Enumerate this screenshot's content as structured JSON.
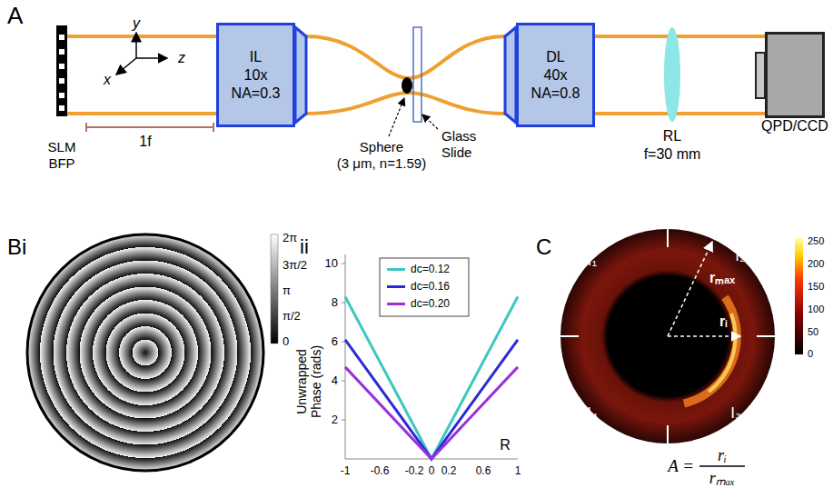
{
  "diagram": {
    "nodes": [
      {
        "text": [
          "IL",
          "10x",
          "NA=0.3"
        ]
      },
      {
        "text": [
          "DL",
          "40x",
          "NA=0.8"
        ]
      },
      {
        "text": [
          "QPD/CCD"
        ]
      }
    ],
    "labels": [
      "A",
      "SLM",
      "BFP",
      "1f",
      "y",
      "x",
      "z",
      "Sphere",
      "(3 μm, n=1.59)",
      "Glass",
      "Slide",
      "RL",
      "f=30 mm",
      "Bi",
      "2π",
      "3π/2",
      "π",
      "π/2",
      "0",
      "ii",
      "Unwrapped Phase (rads)",
      "10",
      "8",
      "6",
      "4",
      "2",
      "-1",
      "-0.6",
      "-0.2",
      "0",
      "0.2",
      "0.6",
      "1",
      "R",
      "C",
      "I₁",
      "I₂",
      "I₃",
      "I₄",
      "rₘₐₓ",
      "rᵢ",
      "250",
      "200",
      "150",
      "100",
      "50",
      "0",
      "A =",
      "rᵢ",
      "rₘₐₓ"
    ],
    "legend": [
      {
        "text": "dc=0.12",
        "color": "#3cc8c0"
      },
      {
        "text": "dc=0.16",
        "color": "#2a2ad6"
      },
      {
        "text": "dc=0.20",
        "color": "#9a30e0"
      }
    ]
  }
}
